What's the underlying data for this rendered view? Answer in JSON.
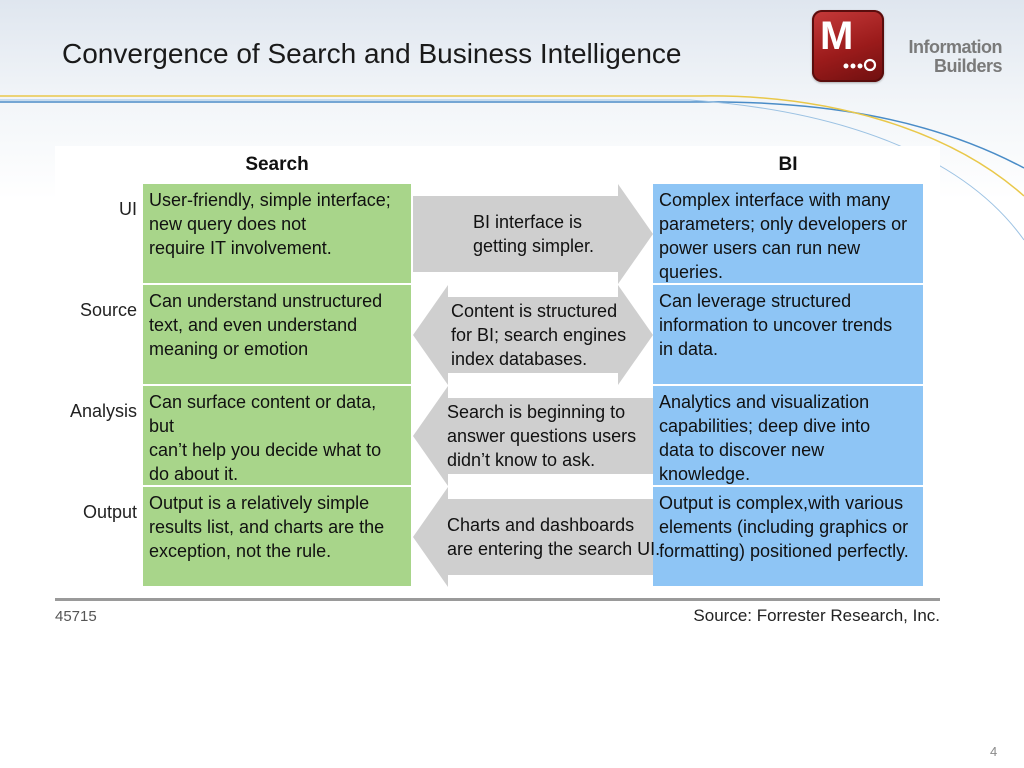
{
  "slide": {
    "title": "Convergence of Search and Business Intelligence",
    "page_number": "4"
  },
  "logo": {
    "mark_letter": "M",
    "line1": "Information",
    "line2": "Builders",
    "color": "#a52222"
  },
  "figure": {
    "col_search": "Search",
    "col_bi": "BI",
    "rows": [
      {
        "label": "UI",
        "search": [
          "User-friendly, simple interface;",
          "new query does not",
          "require IT involvement."
        ],
        "arrow": [
          "BI interface is",
          "getting simpler."
        ],
        "arrow_direction": "right",
        "bi": [
          "Complex interface with many",
          "parameters; only developers or",
          "power users can run new queries."
        ]
      },
      {
        "label": "Source",
        "search": [
          "Can understand unstructured",
          "text, and even understand",
          "meaning or emotion"
        ],
        "arrow": [
          "Content is structured",
          "for BI; search engines",
          "index databases."
        ],
        "arrow_direction": "both",
        "bi": [
          "Can leverage structured",
          "information to uncover trends",
          "in data."
        ]
      },
      {
        "label": "Analysis",
        "search": [
          "Can surface content or data, but",
          "can’t help you decide what to",
          "do about it."
        ],
        "arrow": [
          "Search is beginning to",
          "answer questions users",
          "didn’t know to ask."
        ],
        "arrow_direction": "left",
        "bi": [
          "Analytics and visualization",
          "capabilities; deep dive into",
          "data to discover new knowledge."
        ]
      },
      {
        "label": "Output",
        "search": [
          "Output is a relatively simple",
          "results list, and charts are the",
          "exception, not the rule."
        ],
        "arrow": [
          "Charts and dashboards",
          "are entering the search UI."
        ],
        "arrow_direction": "left",
        "bi": [
          "Output is complex,with various",
          "elements (including graphics or",
          "formatting) positioned perfectly."
        ]
      }
    ],
    "figure_id": "45715",
    "source": "Source: Forrester Research, Inc.",
    "colors": {
      "search_cell": "#a8d58a",
      "bi_cell": "#8ec5f5",
      "arrow": "#cfcfcf"
    }
  }
}
